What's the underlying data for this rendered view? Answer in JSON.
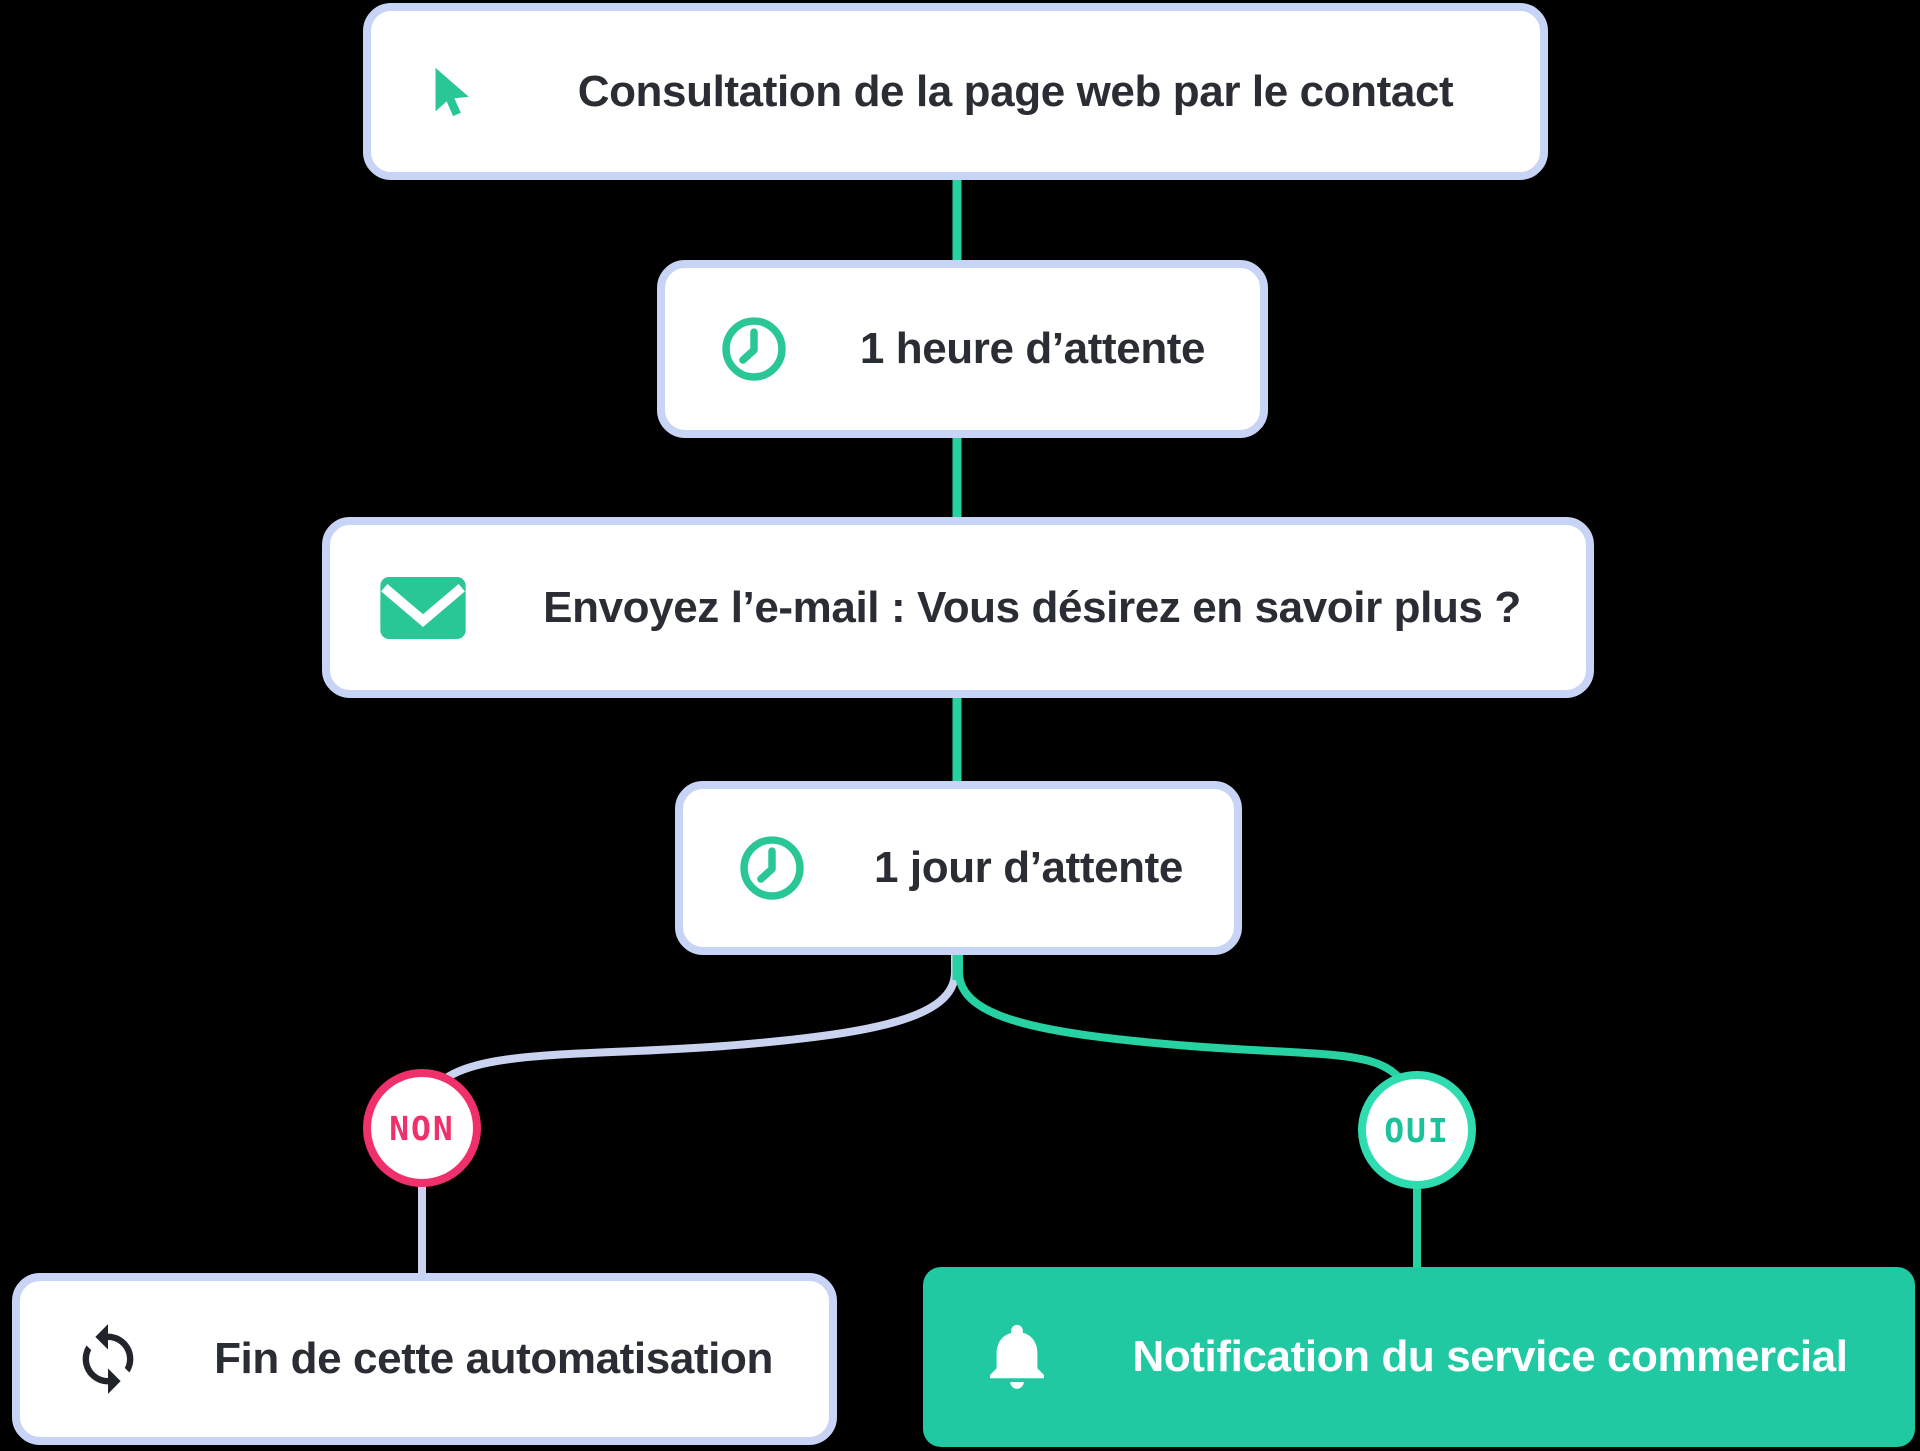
{
  "colors": {
    "background": "#000000",
    "node-border": "#c8d4f6",
    "line-lavender": "#c9d3f0",
    "line-green": "#27d2a2",
    "icon-green": "#29c796",
    "node-green": "#20c9a2",
    "text-dark": "#2b2d35",
    "icon-dark": "#22242b",
    "pink": "#f0306a",
    "oui-ring": "#2edcb0",
    "oui-text": "#1cc39a"
  },
  "nodes": {
    "visit": {
      "label": "Consultation de la page web par le contact",
      "icon": "cursor-icon"
    },
    "wait_hour": {
      "label": "1 heure d’attente",
      "icon": "clock-icon"
    },
    "email": {
      "label": "Envoyez l’e-mail : Vous désirez en savoir plus ?",
      "icon": "mail-icon"
    },
    "wait_day": {
      "label": "1 jour d’attente",
      "icon": "clock-icon"
    },
    "end": {
      "label": "Fin de cette automatisation",
      "icon": "loop-icon"
    },
    "notify": {
      "label": "Notification du service commercial",
      "icon": "bell-icon"
    }
  },
  "branches": {
    "no": {
      "label": "NON"
    },
    "yes": {
      "label": "OUI"
    }
  }
}
